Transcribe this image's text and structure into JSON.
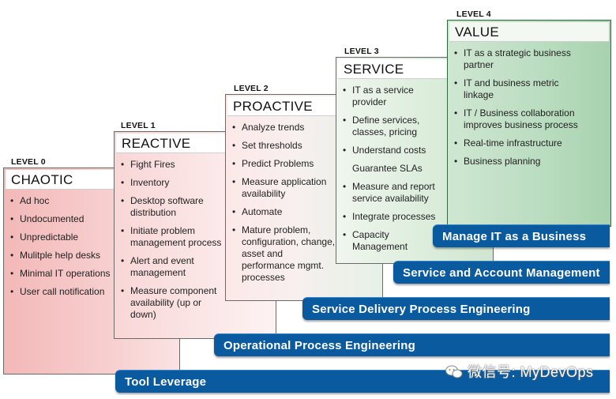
{
  "levels": [
    {
      "level": "LEVEL 0",
      "title": "CHAOTIC",
      "items": [
        "Ad hoc",
        "Undocumented",
        "Unpredictable",
        "Mulitple help desks",
        "Minimal IT operations",
        "User call notification"
      ]
    },
    {
      "level": "LEVEL 1",
      "title": "REACTIVE",
      "items": [
        "Fight Fires",
        "Inventory",
        "Desktop software distribution",
        "Initiate problem management process",
        "Alert and event management",
        "Measure component availability (up or down)"
      ]
    },
    {
      "level": "LEVEL 2",
      "title": "PROACTIVE",
      "items": [
        "Analyze trends",
        "Set thresholds",
        "Predict Problems",
        "Measure application availability",
        "Automate",
        "Mature problem, configuration, change, asset and performance mgmt. processes"
      ]
    },
    {
      "level": "LEVEL 3",
      "title": "SERVICE",
      "items": [
        "IT as a service provider",
        "Define services, classes, pricing",
        "Understand costs",
        "Guarantee SLAs",
        "Measure and report service availability",
        "Integrate processes",
        "Capacity Management"
      ]
    },
    {
      "level": "LEVEL 4",
      "title": "VALUE",
      "items": [
        "IT as a strategic business partner",
        "IT and business metric linkage",
        "IT / Business collaboration improves business process",
        "Real-time infrastructure",
        "Business planning"
      ]
    }
  ],
  "bars": {
    "b4": "Manage IT as a Business",
    "b3": "Service and Account Management",
    "b2": "Service Delivery Process Engineering",
    "b1": "Operational Process Engineering",
    "b0": "Tool Leverage"
  },
  "watermark": "微信号: MyDevOps",
  "colors": {
    "bar": "#0a5aa0",
    "level4_border": "#2f6b3a",
    "chaotic": "#f4b8b8",
    "value": "#a7d2ae"
  }
}
